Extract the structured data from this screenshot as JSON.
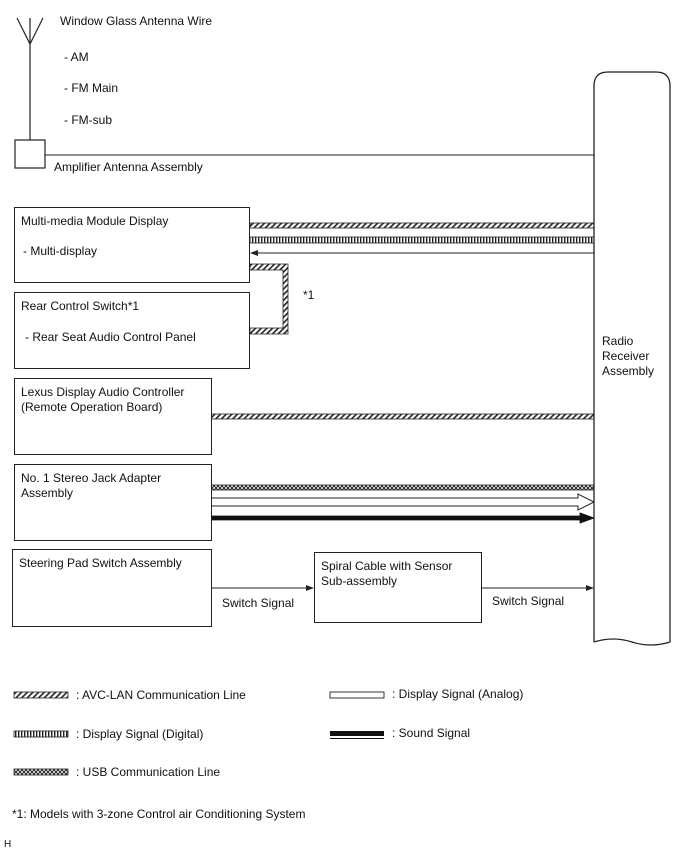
{
  "antenna": {
    "title": "Window Glass Antenna Wire",
    "items": [
      "- AM",
      "- FM Main",
      "- FM-sub"
    ],
    "amplifier": "Amplifier Antenna Assembly"
  },
  "components": {
    "mm_display": {
      "title": "Multi-media Module Display",
      "sub": "- Multi-display"
    },
    "rear_switch": {
      "title": "Rear Control Switch*1",
      "sub": "- Rear Seat Audio Control Panel"
    },
    "lexus_controller": {
      "title": "Lexus Display Audio Controller\n(Remote Operation Board)"
    },
    "stereo_jack": {
      "title": "No. 1 Stereo Jack Adapter\nAssembly"
    },
    "steering_pad": {
      "title": "Steering Pad Switch Assembly"
    },
    "spiral_cable": {
      "title": "Spiral Cable with Sensor\nSub-assembly"
    },
    "radio": {
      "title": "Radio\nReceiver\nAssembly"
    }
  },
  "signals": {
    "switch_signal_1": "Switch Signal",
    "switch_signal_2": "Switch Signal",
    "footnote_marker": "*1"
  },
  "legend": [
    {
      "key": "avc",
      "label": ": AVC-LAN Communication Line"
    },
    {
      "key": "display_analog",
      "label": ": Display Signal (Analog)"
    },
    {
      "key": "display_digital",
      "label": ": Display Signal (Digital)"
    },
    {
      "key": "sound",
      "label": ": Sound Signal"
    },
    {
      "key": "usb",
      "label": ": USB Communication Line"
    }
  ],
  "footnote": "*1: Models with 3-zone Control air Conditioning System",
  "corner_mark": "H"
}
